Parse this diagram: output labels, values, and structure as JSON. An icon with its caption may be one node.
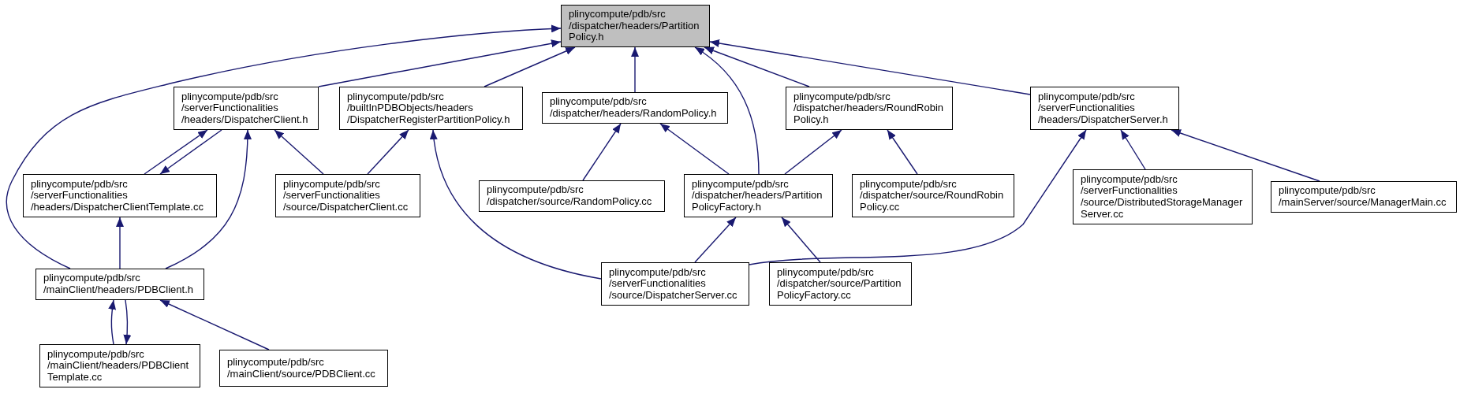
{
  "diagram": {
    "nodes": [
      {
        "text": [
          "plinycompute/pdb/src /dispatcher/headers/Partition Policy.h"
        ]
      },
      {
        "text": [
          "plinycompute/pdb/src /serverFunctionalities /headers/DispatcherClient.h"
        ]
      },
      {
        "text": [
          "plinycompute/pdb/src /builtInPDBObjects/headers /DispatcherRegisterPartitionPolicy.h"
        ]
      },
      {
        "text": [
          "plinycompute/pdb/src /dispatcher/headers/RandomPolicy.h"
        ]
      },
      {
        "text": [
          "plinycompute/pdb/src /dispatcher/headers/RoundRobin Policy.h"
        ]
      },
      {
        "text": [
          "plinycompute/pdb/src /serverFunctionalities /headers/DispatcherServer.h"
        ]
      },
      {
        "text": [
          "plinycompute/pdb/src /serverFunctionalities /headers/DispatcherClientTemplate.cc"
        ]
      },
      {
        "text": [
          "plinycompute/pdb/src /serverFunctionalities /source/DispatcherClient.cc"
        ]
      },
      {
        "text": [
          "plinycompute/pdb/src /dispatcher/source/RandomPolicy.cc"
        ]
      },
      {
        "text": [
          "plinycompute/pdb/src /dispatcher/headers/Partition PolicyFactory.h"
        ]
      },
      {
        "text": [
          "plinycompute/pdb/src /dispatcher/source/RoundRobin Policy.cc"
        ]
      },
      {
        "text": [
          "plinycompute/pdb/src /serverFunctionalities /source/DistributedStorageManager Server.cc"
        ]
      },
      {
        "text": [
          "plinycompute/pdb/src /mainServer/source/ManagerMain.cc"
        ]
      },
      {
        "text": [
          "plinycompute/pdb/src /mainClient/headers/PDBClient.h"
        ]
      },
      {
        "text": [
          "plinycompute/pdb/src /serverFunctionalities /source/DispatcherServer.cc"
        ]
      },
      {
        "text": [
          "plinycompute/pdb/src /dispatcher/source/Partition PolicyFactory.cc"
        ]
      },
      {
        "text": [
          "plinycompute/pdb/src /mainClient/headers/PDBClient Template.cc"
        ]
      },
      {
        "text": [
          "plinycompute/pdb/src /mainClient/source/PDBClient.cc"
        ]
      }
    ],
    "edges": [
      {
        "from": 13,
        "to": 0,
        "arrow": "to"
      },
      {
        "from": 1,
        "to": 0,
        "arrow": "to"
      },
      {
        "from": 2,
        "to": 0,
        "arrow": "to"
      },
      {
        "from": 3,
        "to": 0,
        "arrow": "to"
      },
      {
        "from": 9,
        "to": 0,
        "arrow": "to"
      },
      {
        "from": 4,
        "to": 0,
        "arrow": "to"
      },
      {
        "from": 5,
        "to": 0,
        "arrow": "to"
      },
      {
        "from": 6,
        "to": 1,
        "arrow": "to"
      },
      {
        "from": 1,
        "to": 6,
        "arrow": "to"
      },
      {
        "from": 13,
        "to": 1,
        "arrow": "to"
      },
      {
        "from": 7,
        "to": 1,
        "arrow": "to"
      },
      {
        "from": 7,
        "to": 2,
        "arrow": "to"
      },
      {
        "from": 14,
        "to": 2,
        "arrow": "to"
      },
      {
        "from": 8,
        "to": 3,
        "arrow": "to"
      },
      {
        "from": 9,
        "to": 3,
        "arrow": "to"
      },
      {
        "from": 9,
        "to": 4,
        "arrow": "to"
      },
      {
        "from": 10,
        "to": 4,
        "arrow": "to"
      },
      {
        "from": 14,
        "to": 5,
        "arrow": "to"
      },
      {
        "from": 11,
        "to": 5,
        "arrow": "to"
      },
      {
        "from": 12,
        "to": 5,
        "arrow": "to"
      },
      {
        "from": 14,
        "to": 9,
        "arrow": "to"
      },
      {
        "from": 15,
        "to": 9,
        "arrow": "to"
      },
      {
        "from": 13,
        "to": 6,
        "arrow": "to"
      },
      {
        "from": 16,
        "to": 13,
        "arrow": "to"
      },
      {
        "from": 13,
        "to": 16,
        "arrow": "to"
      },
      {
        "from": 17,
        "to": 13,
        "arrow": "to"
      }
    ]
  }
}
